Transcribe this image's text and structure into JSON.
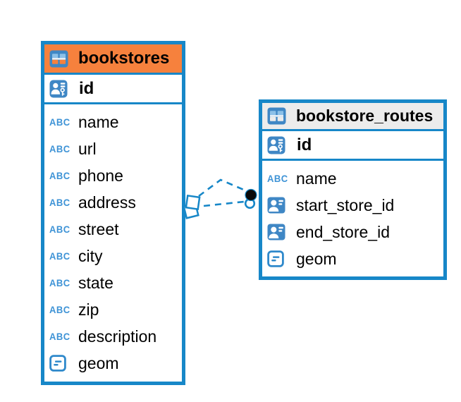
{
  "diagram": {
    "background": "#ffffff",
    "abc_label": "ABC",
    "colors": {
      "line_blue": "#1787C8",
      "icon_blue": "#3F87C5",
      "icon_cell_light_blue": "#8CC0E8",
      "abc_icon_blue": "#3E93D6",
      "bookstores_header_bg": "#F6813D",
      "routes_header_bg": "#ECECEC",
      "text": "#000000",
      "endpoint_dot_black": "#0A0A0A"
    },
    "tables": {
      "bookstores": {
        "title": "bookstores",
        "primary_key": "id",
        "columns": [
          "name",
          "url",
          "phone",
          "address",
          "street",
          "city",
          "state",
          "zip",
          "description",
          "geom"
        ],
        "column_types": [
          "text",
          "text",
          "text",
          "text",
          "text",
          "text",
          "text",
          "text",
          "text",
          "geometry"
        ]
      },
      "bookstore_routes": {
        "title": "bookstore_routes",
        "primary_key": "id",
        "columns": [
          "name",
          "start_store_id",
          "end_store_id",
          "geom"
        ],
        "column_types": [
          "text",
          "reference",
          "reference",
          "geometry"
        ]
      }
    },
    "relationship": {
      "from_table": "bookstore_routes",
      "to_table": "bookstores",
      "link_count": 2,
      "line_style": "dashed",
      "source_marker": "stacked-squares",
      "target_marker": "stacked-dots"
    }
  }
}
